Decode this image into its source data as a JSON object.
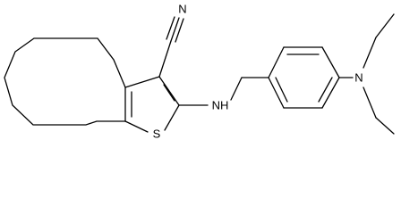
{
  "diagram": {
    "type": "chemical-structure",
    "atom_labels": {
      "nitrile_nitrogen": "N",
      "amine": "NH",
      "thiophene_sulfur": "S",
      "dialkylamine_nitrogen": "N"
    }
  }
}
